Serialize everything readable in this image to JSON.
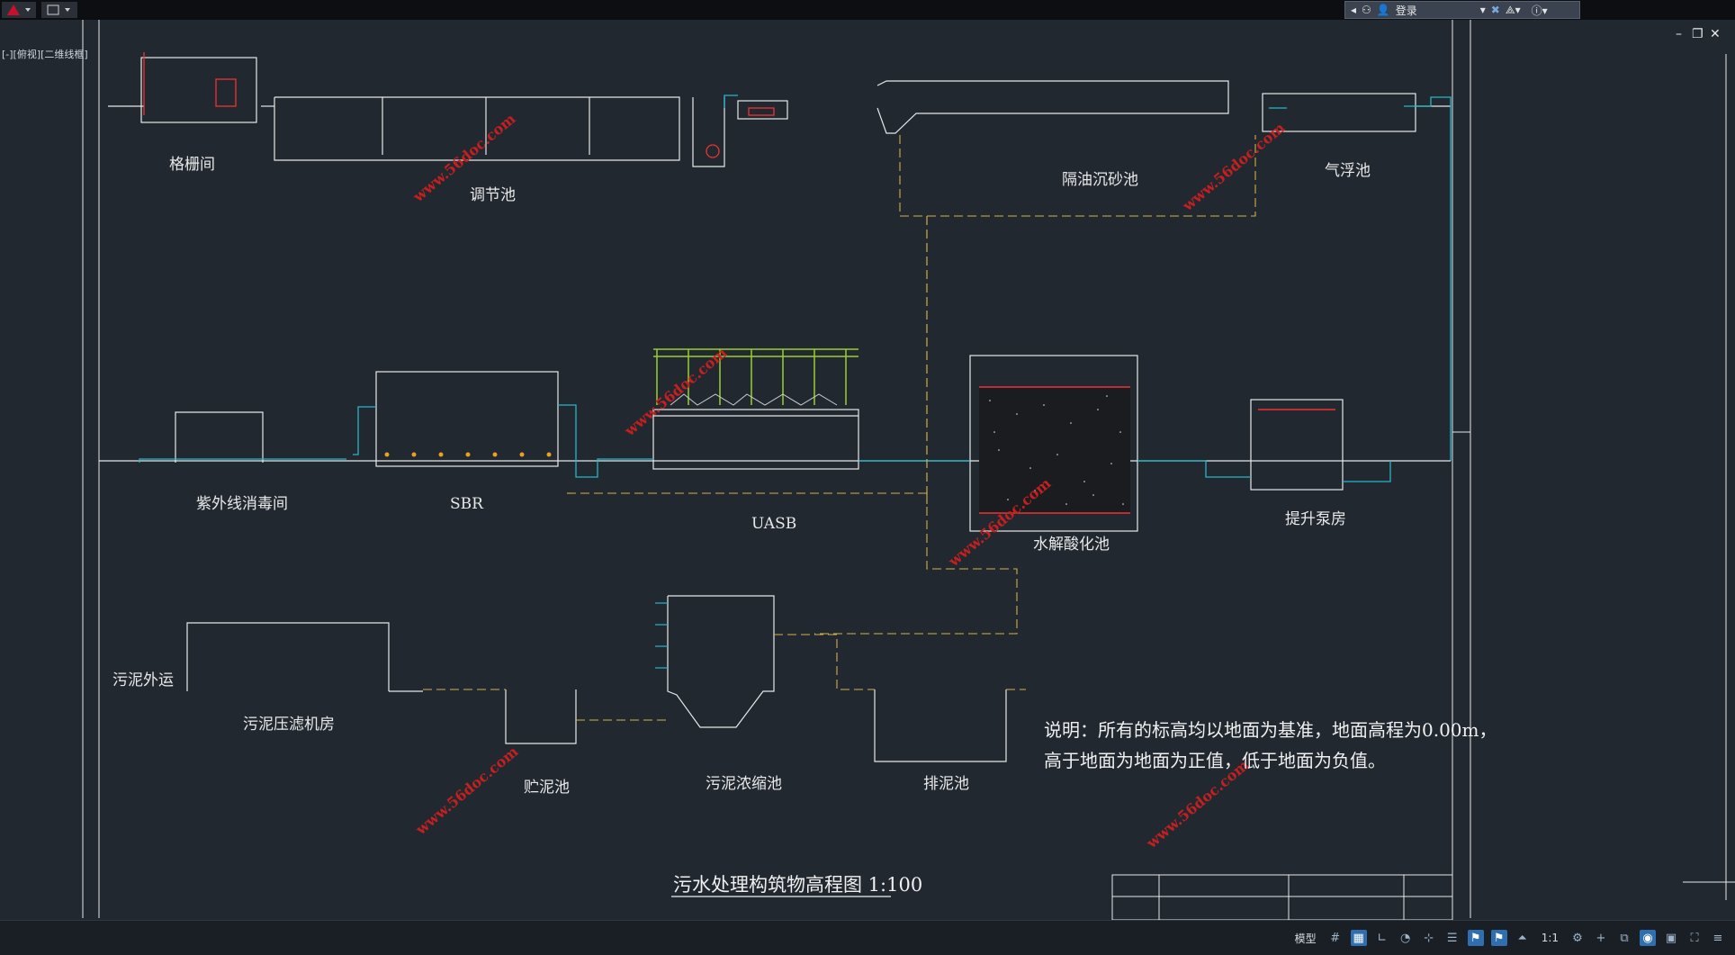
{
  "topbar": {
    "login_label": "登录"
  },
  "viewport_label": "[-][俯视][二维线框]",
  "drawing": {
    "title": "污水处理构筑物高程图 1:100",
    "note_line1": "说明：所有的标高均以地面为基准，地面高程为0.00m，",
    "note_line2": "高于地面为地面为正值，低于地面为负值。",
    "labels": {
      "grid_room": "格栅间",
      "equalization": "调节池",
      "grit_oil": "隔油沉砂池",
      "flotation": "气浮池",
      "uv_room": "紫外线消毒间",
      "sbr": "SBR",
      "uasb": "UASB",
      "hydrolysis": "水解酸化池",
      "pump_house": "提升泵房",
      "sludge_out": "污泥外运",
      "filter_press": "污泥压滤机房",
      "sludge_storage": "贮泥池",
      "thickener": "污泥浓缩池",
      "sludge_discharge": "排泥池"
    },
    "watermark": "www.56doc.com"
  },
  "statusbar": {
    "model_tab": "模型",
    "scale": "1:1"
  }
}
